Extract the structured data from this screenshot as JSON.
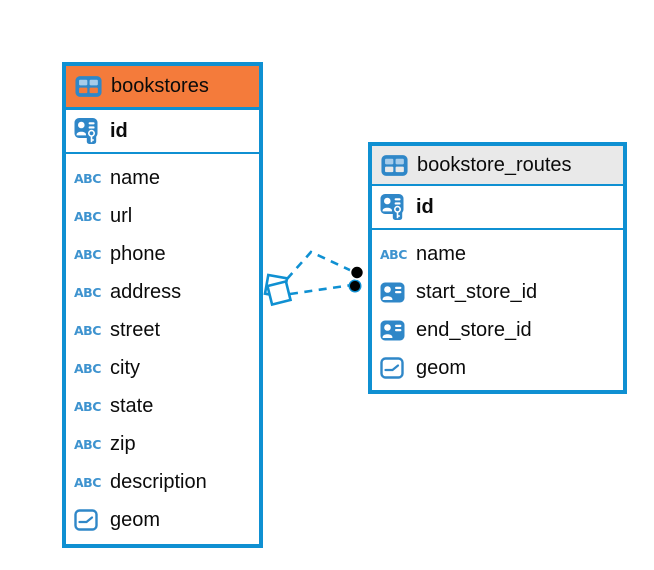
{
  "diagram": {
    "type_icon_label": "ABC",
    "colors": {
      "accent_blue": "#0F90D2",
      "bookstores_header": "#F47B3B",
      "routes_header": "#E9E9E9",
      "icon_blue": "#2F87C8",
      "text": "#0b0b0b"
    },
    "tables": [
      {
        "title": "bookstores",
        "pk": {
          "label": "id"
        },
        "columns": [
          {
            "label": "name",
            "type": "text"
          },
          {
            "label": "url",
            "type": "text"
          },
          {
            "label": "phone",
            "type": "text"
          },
          {
            "label": "address",
            "type": "text"
          },
          {
            "label": "street",
            "type": "text"
          },
          {
            "label": "city",
            "type": "text"
          },
          {
            "label": "state",
            "type": "text"
          },
          {
            "label": "zip",
            "type": "text"
          },
          {
            "label": "description",
            "type": "text"
          },
          {
            "label": "geom",
            "type": "geometry"
          }
        ]
      },
      {
        "title": "bookstore_routes",
        "pk": {
          "label": "id"
        },
        "columns": [
          {
            "label": "name",
            "type": "text"
          },
          {
            "label": "start_store_id",
            "type": "id-reference"
          },
          {
            "label": "end_store_id",
            "type": "id-reference"
          },
          {
            "label": "geom",
            "type": "geometry"
          }
        ]
      }
    ],
    "relationships": {
      "style": "dashed",
      "link_count": 2,
      "between": [
        "bookstores",
        "bookstore_routes"
      ]
    }
  }
}
